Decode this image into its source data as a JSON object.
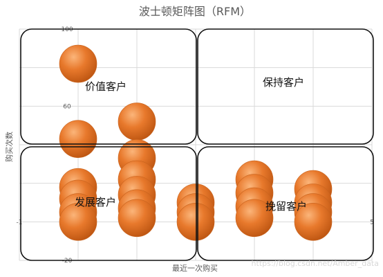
{
  "chart_data": {
    "type": "scatter",
    "title": "波士顿矩阵图（RFM）",
    "xlabel": "最近一次购买",
    "ylabel": "购买次数",
    "xlim": [
      -1,
      5
    ],
    "ylim": [
      -20,
      100
    ],
    "grid": true,
    "x_ticks": [
      "-1",
      "5"
    ],
    "y_ticks": [
      "100",
      "80",
      "60",
      "40",
      "20",
      "0",
      "-20"
    ],
    "point_color": "#e8792c",
    "points": [
      {
        "x": 0,
        "y": 82
      },
      {
        "x": 0,
        "y": 43
      },
      {
        "x": 0,
        "y": 18
      },
      {
        "x": 0,
        "y": 12
      },
      {
        "x": 0,
        "y": 5
      },
      {
        "x": 0,
        "y": 0
      },
      {
        "x": 1,
        "y": 52
      },
      {
        "x": 1,
        "y": 33
      },
      {
        "x": 1,
        "y": 22
      },
      {
        "x": 1,
        "y": 14
      },
      {
        "x": 1,
        "y": 7
      },
      {
        "x": 1,
        "y": 2
      },
      {
        "x": 2,
        "y": 10
      },
      {
        "x": 2,
        "y": 5
      },
      {
        "x": 2,
        "y": 0
      },
      {
        "x": 3,
        "y": 22
      },
      {
        "x": 3,
        "y": 15
      },
      {
        "x": 3,
        "y": 8
      },
      {
        "x": 3,
        "y": 2
      },
      {
        "x": 4,
        "y": 17
      },
      {
        "x": 4,
        "y": 10
      },
      {
        "x": 4,
        "y": 5
      },
      {
        "x": 4,
        "y": 0
      }
    ],
    "quadrant_labels": {
      "top_left": "价值客户",
      "top_right": "保持客户",
      "bottom_left": "发展客户",
      "bottom_right": "挽留客户"
    }
  },
  "watermark": "https://blog.csdn.net/Amber_data"
}
